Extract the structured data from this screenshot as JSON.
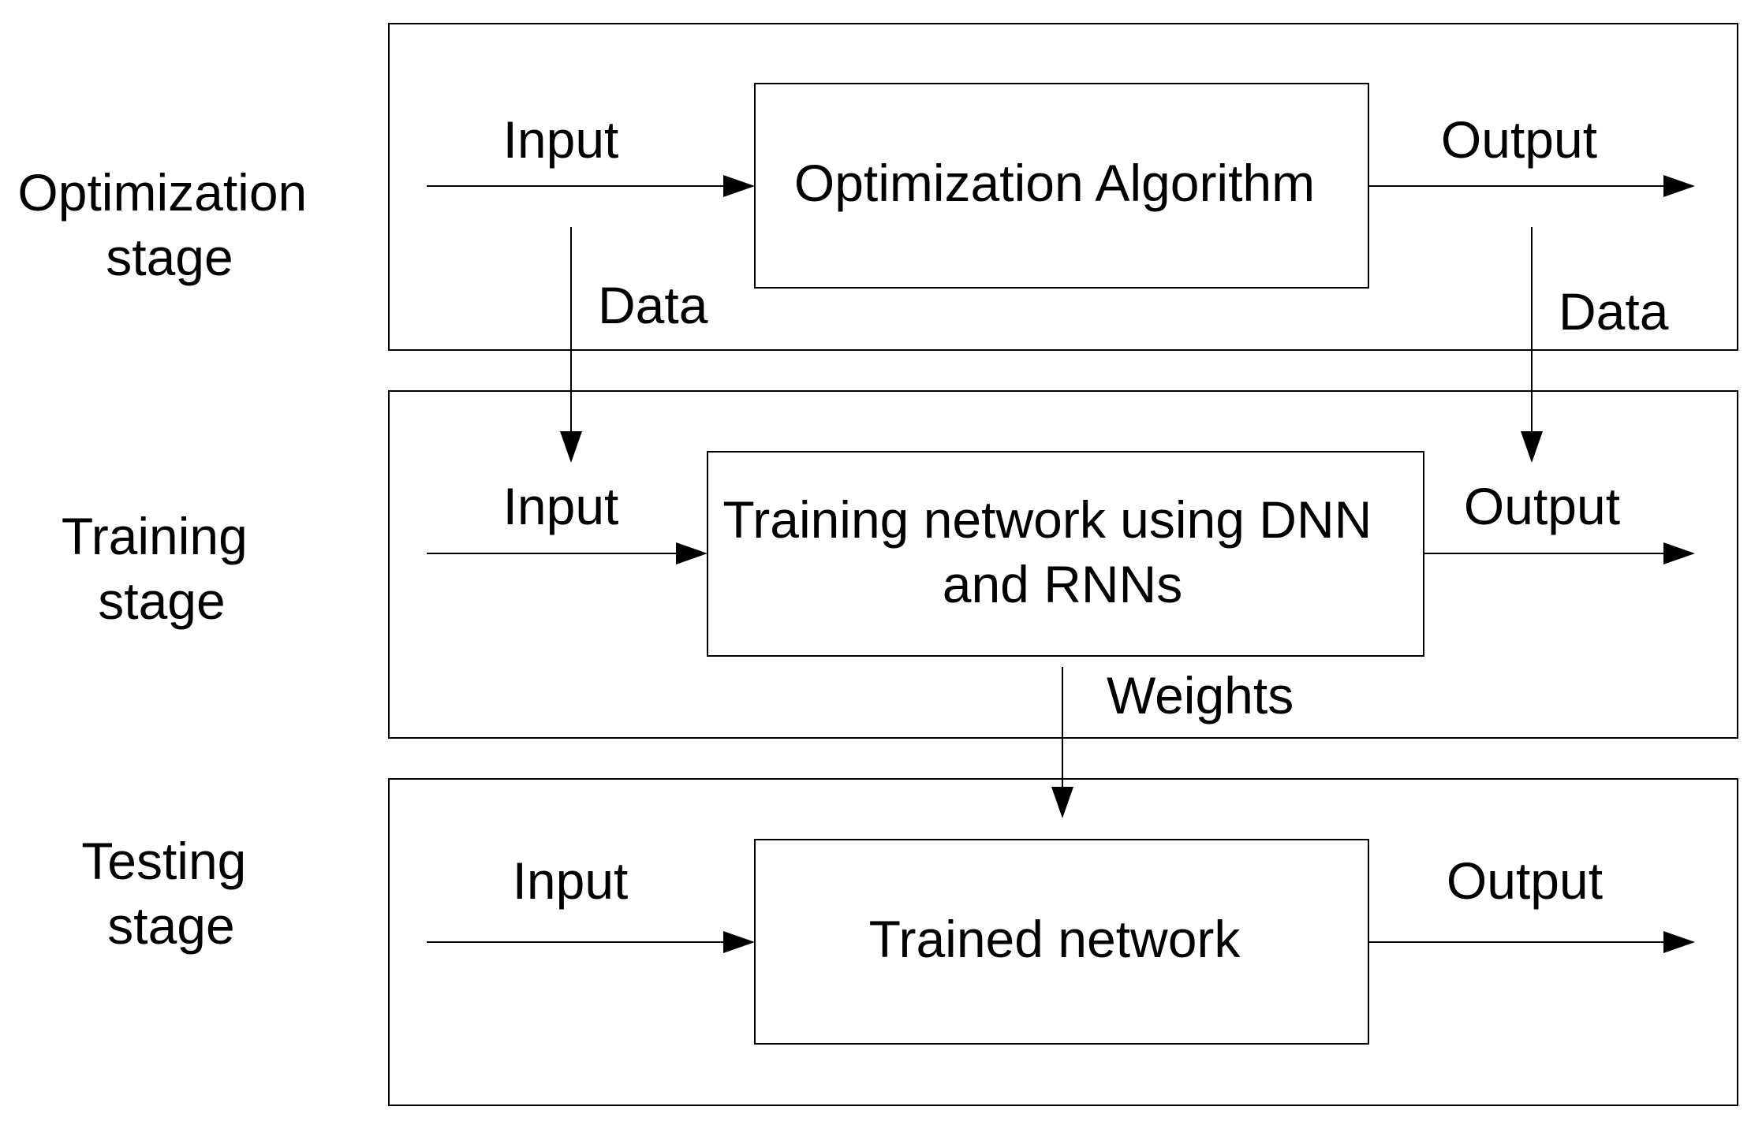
{
  "stages": {
    "optimization": {
      "label_line1": "Optimization",
      "label_line2": "stage",
      "block_text": "Optimization Algorithm",
      "input_label": "Input",
      "output_label": "Output",
      "data_down_left": "Data",
      "data_down_right": "Data"
    },
    "training": {
      "label_line1": "Training",
      "label_line2": "stage",
      "block_text_line1": "Training network using DNN",
      "block_text_line2": "and RNNs",
      "input_label": "Input",
      "output_label": "Output",
      "weights_label": "Weights"
    },
    "testing": {
      "label_line1": "Testing",
      "label_line2": "stage",
      "block_text": "Trained network",
      "input_label": "Input",
      "output_label": "Output"
    }
  }
}
